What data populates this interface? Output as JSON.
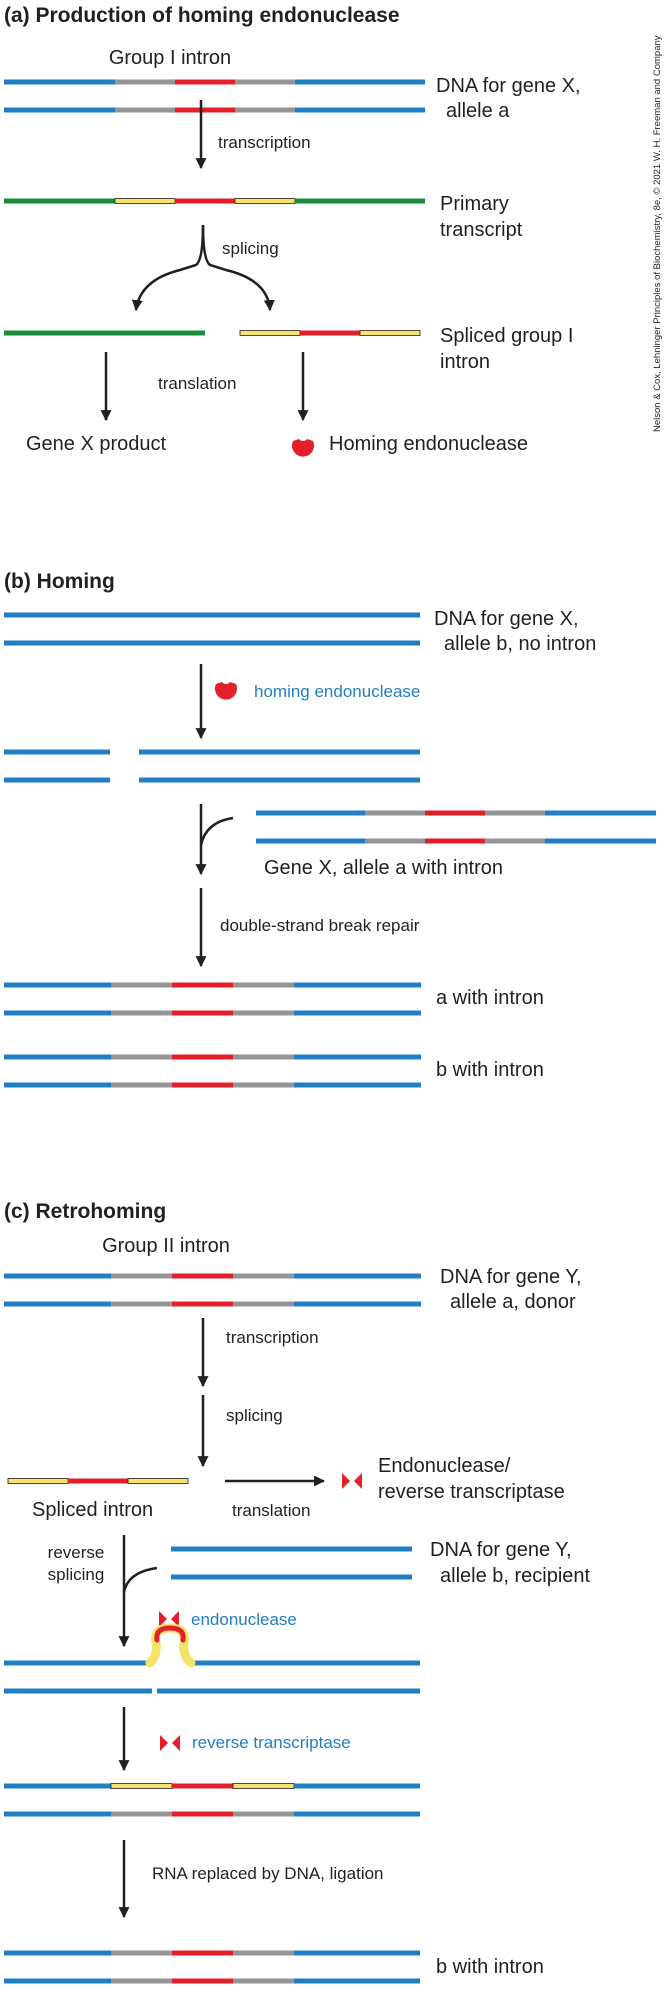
{
  "colors": {
    "dna": "#1f7fc4",
    "intron_dna": "#939598",
    "core": "#e3202a",
    "rna_exon": "#1a8c3c",
    "rna_intron": "#f5e36a",
    "enzyme": "#e3202a",
    "highlight_text": "#1f7fc4",
    "text": "#231f20"
  },
  "credit": "Nelson & Cox, Lehninger Principles of Biochemistry, 8e, © 2021 W. H. Freeman and Company",
  "panel_a": {
    "title": "(a) Production of homing endonuclease",
    "intron_label": "Group I intron",
    "dna_label_1": "DNA for gene X,",
    "dna_label_2": "allele a",
    "transcription": "transcription",
    "primary_1": "Primary",
    "primary_2": "transcript",
    "splicing": "splicing",
    "spliced_1": "Spliced group I",
    "spliced_2": "intron",
    "translation": "translation",
    "gene_product": "Gene X product",
    "homing_endonuclease": "Homing endonuclease"
  },
  "panel_b": {
    "title": "(b) Homing",
    "dna_label_1": "DNA for gene X,",
    "dna_label_2": "allele b, no intron",
    "enzyme_label": "homing endonuclease",
    "donor_label": "Gene X, allele a with intron",
    "repair_label": "double-strand break repair",
    "result_a": "a with intron",
    "result_b": "b with intron"
  },
  "panel_c": {
    "title": "(c) Retrohoming",
    "intron_label": "Group II intron",
    "dna_label_1": "DNA for gene Y,",
    "dna_label_2": "allele a, donor",
    "transcription": "transcription",
    "splicing": "splicing",
    "spliced_intron": "Spliced intron",
    "translation": "translation",
    "enzyme_label_1": "Endonuclease/",
    "enzyme_label_2": "reverse transcriptase",
    "reverse_1": "reverse",
    "reverse_2": "splicing",
    "recipient_1": "DNA for gene Y,",
    "recipient_2": "allele b, recipient",
    "endonuclease": "endonuclease",
    "reverse_transcriptase": "reverse transcriptase",
    "rna_replaced": "RNA replaced by DNA, ligation",
    "result": "b with intron"
  }
}
